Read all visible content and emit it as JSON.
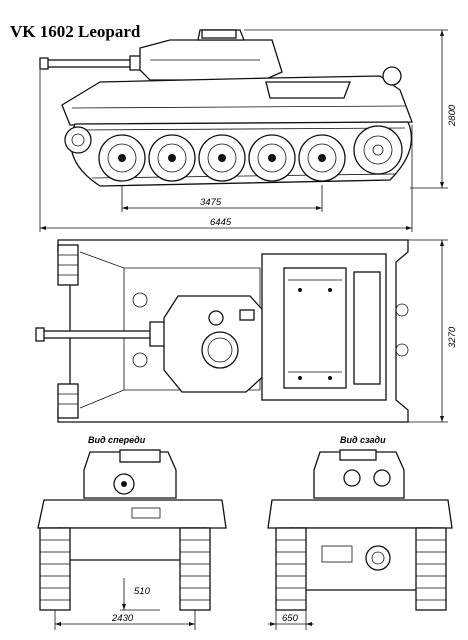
{
  "title": "VK 1602 Leopard",
  "side_view": {
    "dim_height": "2800",
    "dim_wheelbase": "3475",
    "dim_length": "6445"
  },
  "top_view": {
    "dim_width": "3270"
  },
  "front_view": {
    "caption": "Вид спереди",
    "dim_ground_clearance": "510",
    "dim_track_gauge": "2430"
  },
  "rear_view": {
    "caption": "Вид сзади",
    "dim_track_width": "650"
  }
}
